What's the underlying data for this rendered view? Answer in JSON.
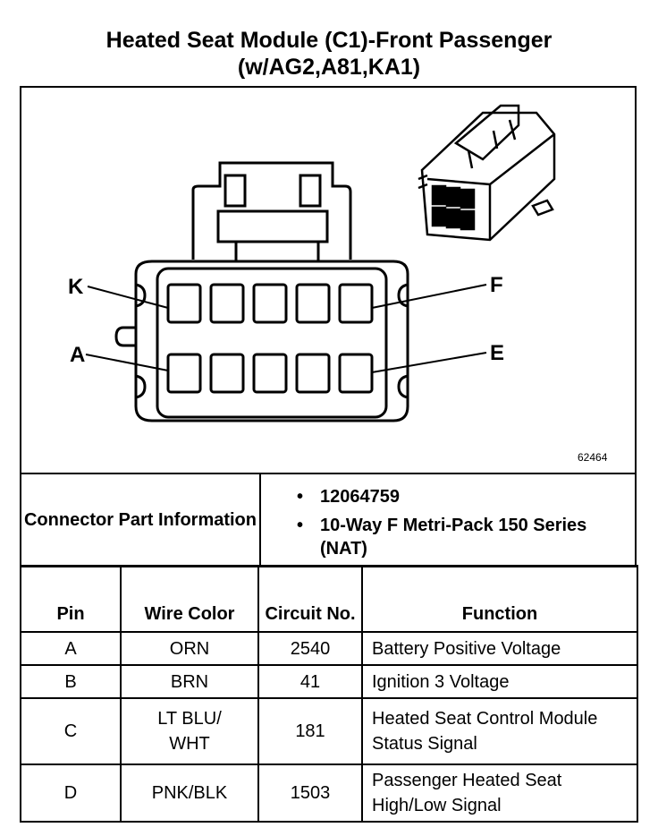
{
  "title_line1": "Heated Seat Module (C1)-Front Passenger",
  "title_line2": "(w/AG2,A81,KA1)",
  "diagram": {
    "pin_labels": [
      "K",
      "F",
      "A",
      "E"
    ],
    "figure_id": "62464"
  },
  "connector_info": {
    "label": "Connector Part Information",
    "items": [
      "12064759",
      "10-Way F Metri-Pack 150 Series (NAT)"
    ]
  },
  "table": {
    "headers": [
      "Pin",
      "Wire Color",
      "Circuit No.",
      "Function"
    ],
    "rows": [
      {
        "pin": "A",
        "wire": "ORN",
        "circuit": "2540",
        "function": "Battery Positive Voltage"
      },
      {
        "pin": "B",
        "wire": "BRN",
        "circuit": "41",
        "function": "Ignition 3 Voltage"
      },
      {
        "pin": "C",
        "wire": "LT BLU/ WHT",
        "circuit": "181",
        "function": "Heated Seat Control Module Status Signal"
      },
      {
        "pin": "D",
        "wire": "PNK/BLK",
        "circuit": "1503",
        "function": "Passenger Heated Seat High/Low Signal"
      }
    ]
  }
}
